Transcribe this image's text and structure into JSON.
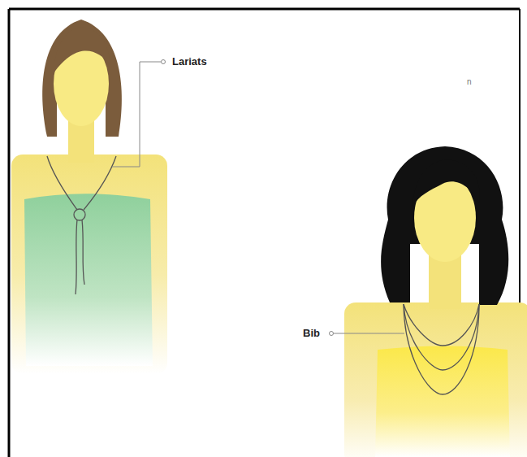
{
  "diagram": {
    "labels": [
      "Lariats",
      "n",
      "Bib"
    ]
  }
}
